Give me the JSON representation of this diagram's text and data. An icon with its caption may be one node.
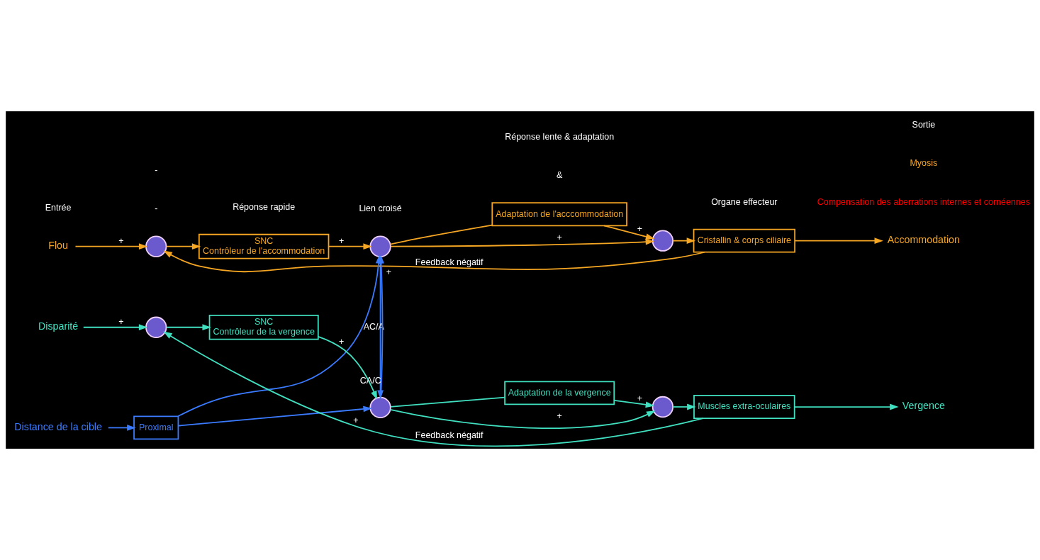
{
  "diagram": {
    "nodes": [
      {
        "text": [
          "Flou"
        ]
      },
      {
        "text": [],
        "shape": "circle"
      },
      {
        "text": [
          "SNC",
          "Contrôleur de l'accommodation"
        ]
      },
      {
        "text": [],
        "shape": "circle"
      },
      {
        "text": [
          "Adaptation de l'acccommodation"
        ]
      },
      {
        "text": [],
        "shape": "circle"
      },
      {
        "text": [
          "Cristallin & corps ciliaire"
        ]
      },
      {
        "text": [
          "Accommodation"
        ]
      },
      {
        "text": [
          "Distance de la cible"
        ]
      },
      {
        "text": [
          "Proximal"
        ]
      },
      {
        "text": [
          "Disparité"
        ]
      },
      {
        "text": [],
        "shape": "circle"
      },
      {
        "text": [
          "SNC",
          "Contrôleur de la vergence"
        ]
      },
      {
        "text": [],
        "shape": "circle"
      },
      {
        "text": [
          "Adaptation de la vergence"
        ]
      },
      {
        "text": [],
        "shape": "circle"
      },
      {
        "text": [
          "Muscles extra-oculaires"
        ]
      },
      {
        "text": [
          "Vergence"
        ]
      }
    ],
    "edges": [
      {
        "from": 0,
        "to": 1,
        "arrow": "to",
        "label": "+",
        "color": "#f5a623"
      },
      {
        "from": 1,
        "to": 2,
        "arrow": "to",
        "color": "#f5a623"
      },
      {
        "from": 2,
        "to": 3,
        "arrow": "to",
        "label": "+",
        "color": "#f5a623"
      },
      {
        "from": 3,
        "to": 4,
        "arrow": "none",
        "color": "#f5a623"
      },
      {
        "from": 4,
        "to": 5,
        "arrow": "to",
        "label": "+",
        "color": "#f5a623"
      },
      {
        "from": 3,
        "to": 5,
        "arrow": "to",
        "label": "+",
        "color": "#f5a623"
      },
      {
        "from": 5,
        "to": 6,
        "arrow": "to",
        "color": "#f5a623"
      },
      {
        "from": 6,
        "to": 7,
        "arrow": "to",
        "color": "#f5a623"
      },
      {
        "from": 6,
        "to": 1,
        "arrow": "to",
        "label": "Feedback négatif",
        "color": "#f5a623"
      },
      {
        "from": 8,
        "to": 9,
        "arrow": "to",
        "color": "#3a7bff"
      },
      {
        "from": 9,
        "to": 3,
        "arrow": "to",
        "label": "+",
        "color": "#3a7bff"
      },
      {
        "from": 9,
        "to": 13,
        "arrow": "to",
        "label": "+",
        "color": "#3a7bff"
      },
      {
        "from": 13,
        "to": 3,
        "arrow": "to",
        "label": "CA/C",
        "color": "#3a7bff"
      },
      {
        "from": 3,
        "to": 13,
        "arrow": "to",
        "label": "AC/A",
        "color": "#3a7bff"
      },
      {
        "from": 10,
        "to": 11,
        "arrow": "to",
        "label": "+",
        "color": "#40e0c0"
      },
      {
        "from": 11,
        "to": 12,
        "arrow": "to",
        "color": "#40e0c0"
      },
      {
        "from": 12,
        "to": 13,
        "arrow": "to",
        "label": "+",
        "color": "#40e0c0"
      },
      {
        "from": 13,
        "to": 15,
        "arrow": "to",
        "label": "+",
        "color": "#40e0c0"
      },
      {
        "from": 13,
        "to": 14,
        "arrow": "none",
        "color": "#40e0c0"
      },
      {
        "from": 14,
        "to": 15,
        "arrow": "to",
        "label": "+",
        "color": "#40e0c0"
      },
      {
        "from": 15,
        "to": 16,
        "arrow": "to",
        "color": "#40e0c0"
      },
      {
        "from": 16,
        "to": 17,
        "arrow": "to",
        "color": "#40e0c0"
      },
      {
        "from": 16,
        "to": 11,
        "arrow": "to",
        "label": "Feedback négatif",
        "color": "#40e0c0"
      }
    ],
    "labels": [
      "-",
      "-",
      "Compensation des aberrations internes et cornéennes",
      "Myosis",
      "Entrée",
      "Réponse rapide",
      "Lien croisé",
      "&",
      "Réponse lente & adaptation",
      "Organe effecteur",
      "Sortie"
    ]
  }
}
